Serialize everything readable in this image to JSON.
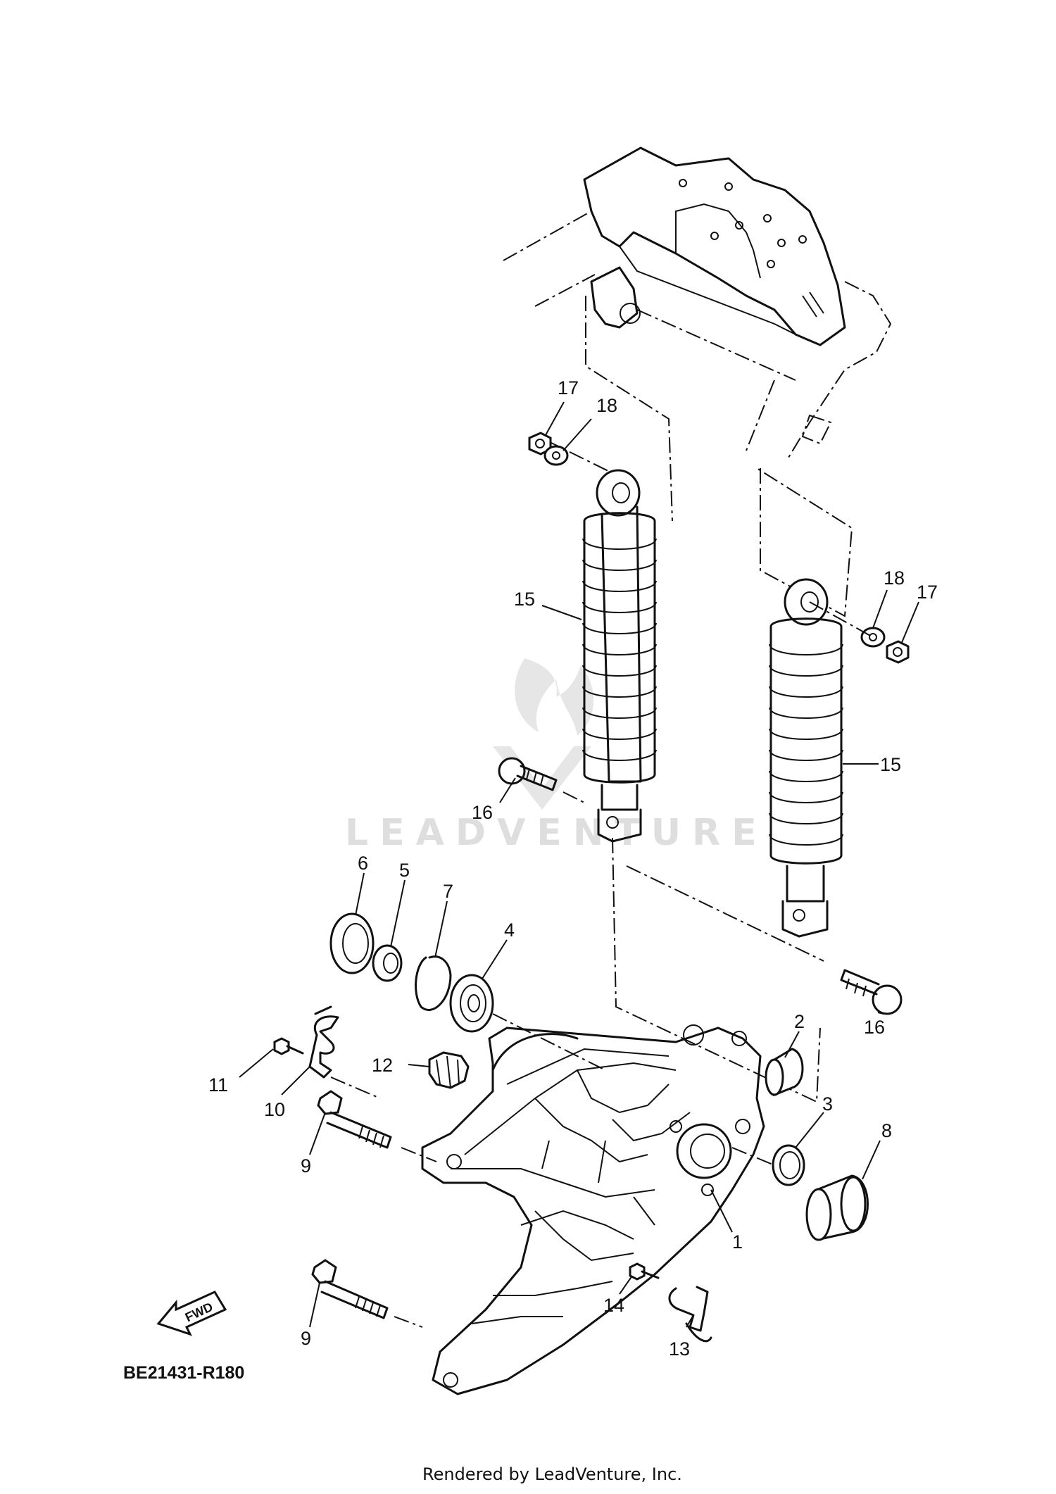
{
  "diagram": {
    "drawing_code": "BE21431-R180",
    "fwd_label": "FWD",
    "credit": "Rendered by LeadVenture, Inc.",
    "watermark": "LEADVENTURE",
    "callouts": [
      {
        "id": "c1",
        "label": "1"
      },
      {
        "id": "c2",
        "label": "2"
      },
      {
        "id": "c3",
        "label": "3"
      },
      {
        "id": "c4",
        "label": "4"
      },
      {
        "id": "c5",
        "label": "5"
      },
      {
        "id": "c6",
        "label": "6"
      },
      {
        "id": "c7",
        "label": "7"
      },
      {
        "id": "c8",
        "label": "8"
      },
      {
        "id": "c9a",
        "label": "9"
      },
      {
        "id": "c9b",
        "label": "9"
      },
      {
        "id": "c10",
        "label": "10"
      },
      {
        "id": "c11",
        "label": "11"
      },
      {
        "id": "c12",
        "label": "12"
      },
      {
        "id": "c13",
        "label": "13"
      },
      {
        "id": "c14",
        "label": "14"
      },
      {
        "id": "c15a",
        "label": "15"
      },
      {
        "id": "c15b",
        "label": "15"
      },
      {
        "id": "c16a",
        "label": "16"
      },
      {
        "id": "c16b",
        "label": "16"
      },
      {
        "id": "c17a",
        "label": "17"
      },
      {
        "id": "c17b",
        "label": "17"
      },
      {
        "id": "c18a",
        "label": "18"
      },
      {
        "id": "c18b",
        "label": "18"
      }
    ]
  }
}
